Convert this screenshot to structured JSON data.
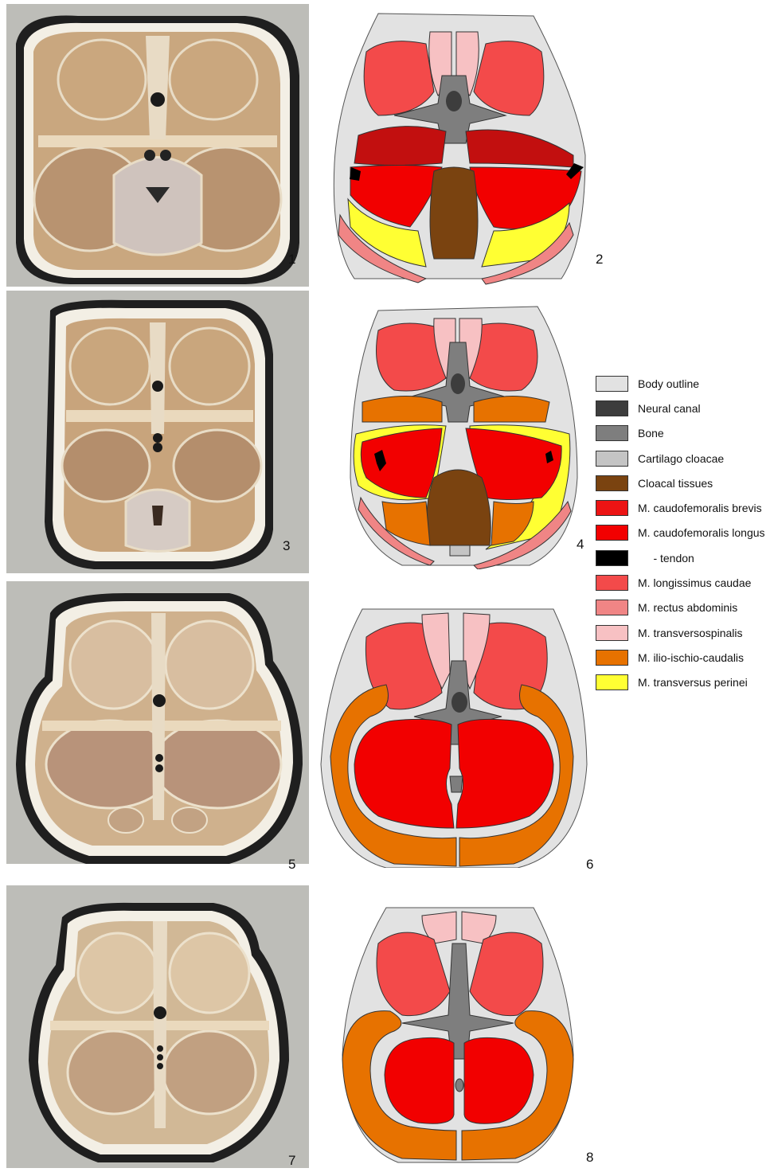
{
  "figure_numbers": [
    "1",
    "2",
    "3",
    "4",
    "5",
    "6",
    "7",
    "8"
  ],
  "colors": {
    "body_outline": "#e2e2e2",
    "neural_canal": "#3d3d3d",
    "bone": "#7e7e7e",
    "cartilago_cloacae": "#c4c4c4",
    "cloacal_tissues": "#7a4310",
    "caudofemoralis_brevis": "#ec1414",
    "caudofemoralis_longus_dark": "#c20f0f",
    "caudofemoralis_longus": "#f20000",
    "tendon": "#000000",
    "longissimus_caudae": "#f34a4a",
    "rectus_abdominis": "#f08585",
    "transversospinalis": "#f7c1c3",
    "ilio_ischio_caudalis": "#e77200",
    "transversus_perinei": "#ffff33",
    "photo_tissue": "#c7a57e",
    "photo_outline": "#f1ede4",
    "photo_shell": "#262626"
  },
  "legend": [
    {
      "label": "Body outline",
      "color": "#e2e2e2"
    },
    {
      "label": "Neural canal",
      "color": "#3d3d3d"
    },
    {
      "label": "Bone",
      "color": "#7e7e7e"
    },
    {
      "label": "Cartilago cloacae",
      "color": "#c4c4c4"
    },
    {
      "label": "Cloacal tissues",
      "color": "#7a4310"
    },
    {
      "label": "M. caudofemoralis brevis",
      "color": "#ec1414"
    },
    {
      "label": "M. caudofemoralis longus",
      "color": "#f20000"
    },
    {
      "label": "     - tendon",
      "color": "#000000"
    },
    {
      "label": "M. longissimus caudae",
      "color": "#f34a4a"
    },
    {
      "label": "M. rectus abdominis",
      "color": "#f08585"
    },
    {
      "label": "M. transversospinalis",
      "color": "#f7c1c3"
    },
    {
      "label": "M. ilio-ischio-caudalis",
      "color": "#e77200"
    },
    {
      "label": "M. transversus perinei",
      "color": "#ffff33"
    }
  ]
}
